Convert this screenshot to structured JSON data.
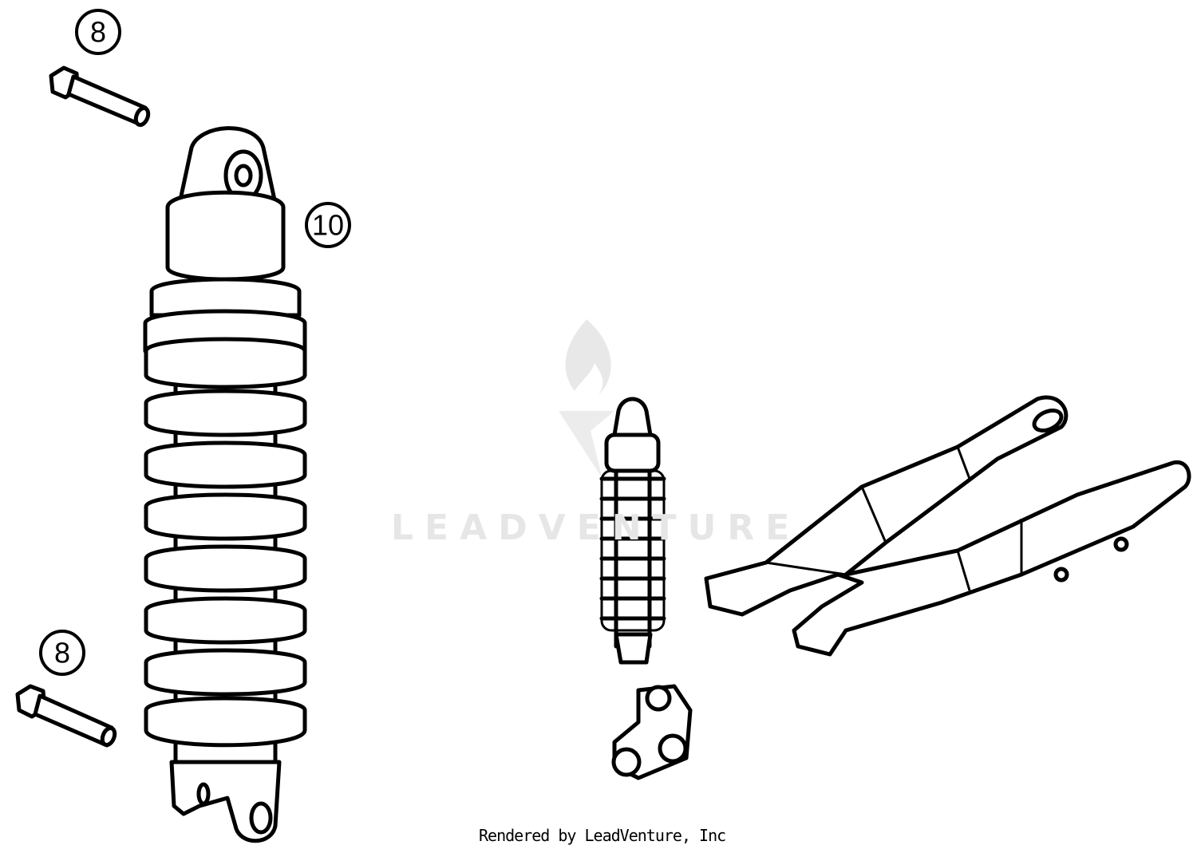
{
  "diagram": {
    "callouts": [
      {
        "label": "8",
        "part": "upper-bolt"
      },
      {
        "label": "10",
        "part": "rear-shock-absorber"
      },
      {
        "label": "8",
        "part": "lower-bolt"
      }
    ],
    "watermark": "LEADVENTURE",
    "footer_credit": "Rendered by LeadVenture, Inc"
  },
  "colors": {
    "line": "#000000",
    "watermark": "#e6e6e6",
    "background": "#ffffff"
  }
}
